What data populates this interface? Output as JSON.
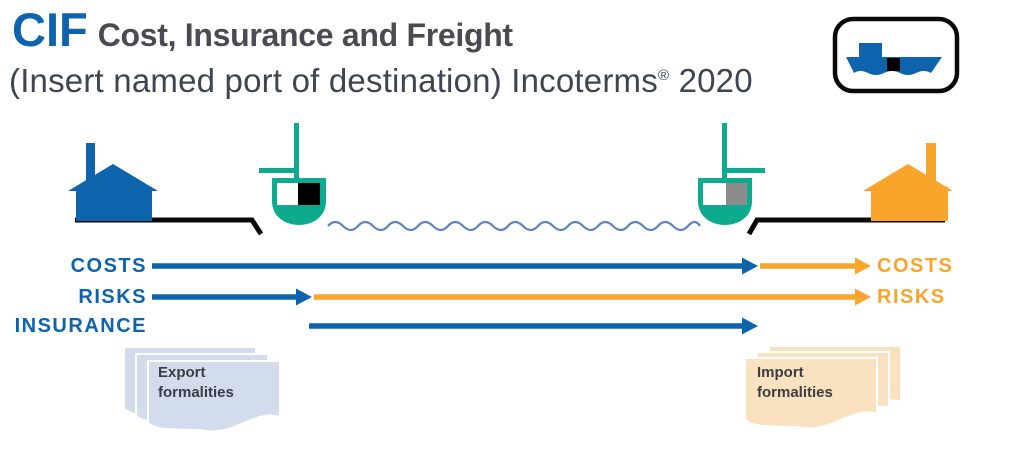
{
  "header": {
    "acronym": "CIF",
    "title": "Cost, Insurance and Freight",
    "subtitle_main": "(Insert named port of destination) Incoterms",
    "subtitle_reg": "®",
    "subtitle_year": " 2020"
  },
  "logo": {
    "icon": "cargo-ship-icon"
  },
  "flow": {
    "seller_labels": {
      "costs": "COSTS",
      "risks": "RISKS",
      "insurance": "INSURANCE"
    },
    "buyer_labels": {
      "costs": "COSTS",
      "risks": "RISKS"
    }
  },
  "documents": {
    "export": "Export formalities",
    "import": "Import formalities"
  },
  "colors": {
    "brand_blue": "#0d64ad",
    "accent_orange": "#f9a42a",
    "port_teal": "#0cab90",
    "sea_blue": "#5b84c4",
    "title_gray": "#4a4a52",
    "subtitle_gray": "#3e4551",
    "export_doc_fill": "#d3dcec",
    "import_doc_fill": "#fae2c0",
    "container_gray": "#8c8c8c",
    "container_black": "#000000"
  }
}
